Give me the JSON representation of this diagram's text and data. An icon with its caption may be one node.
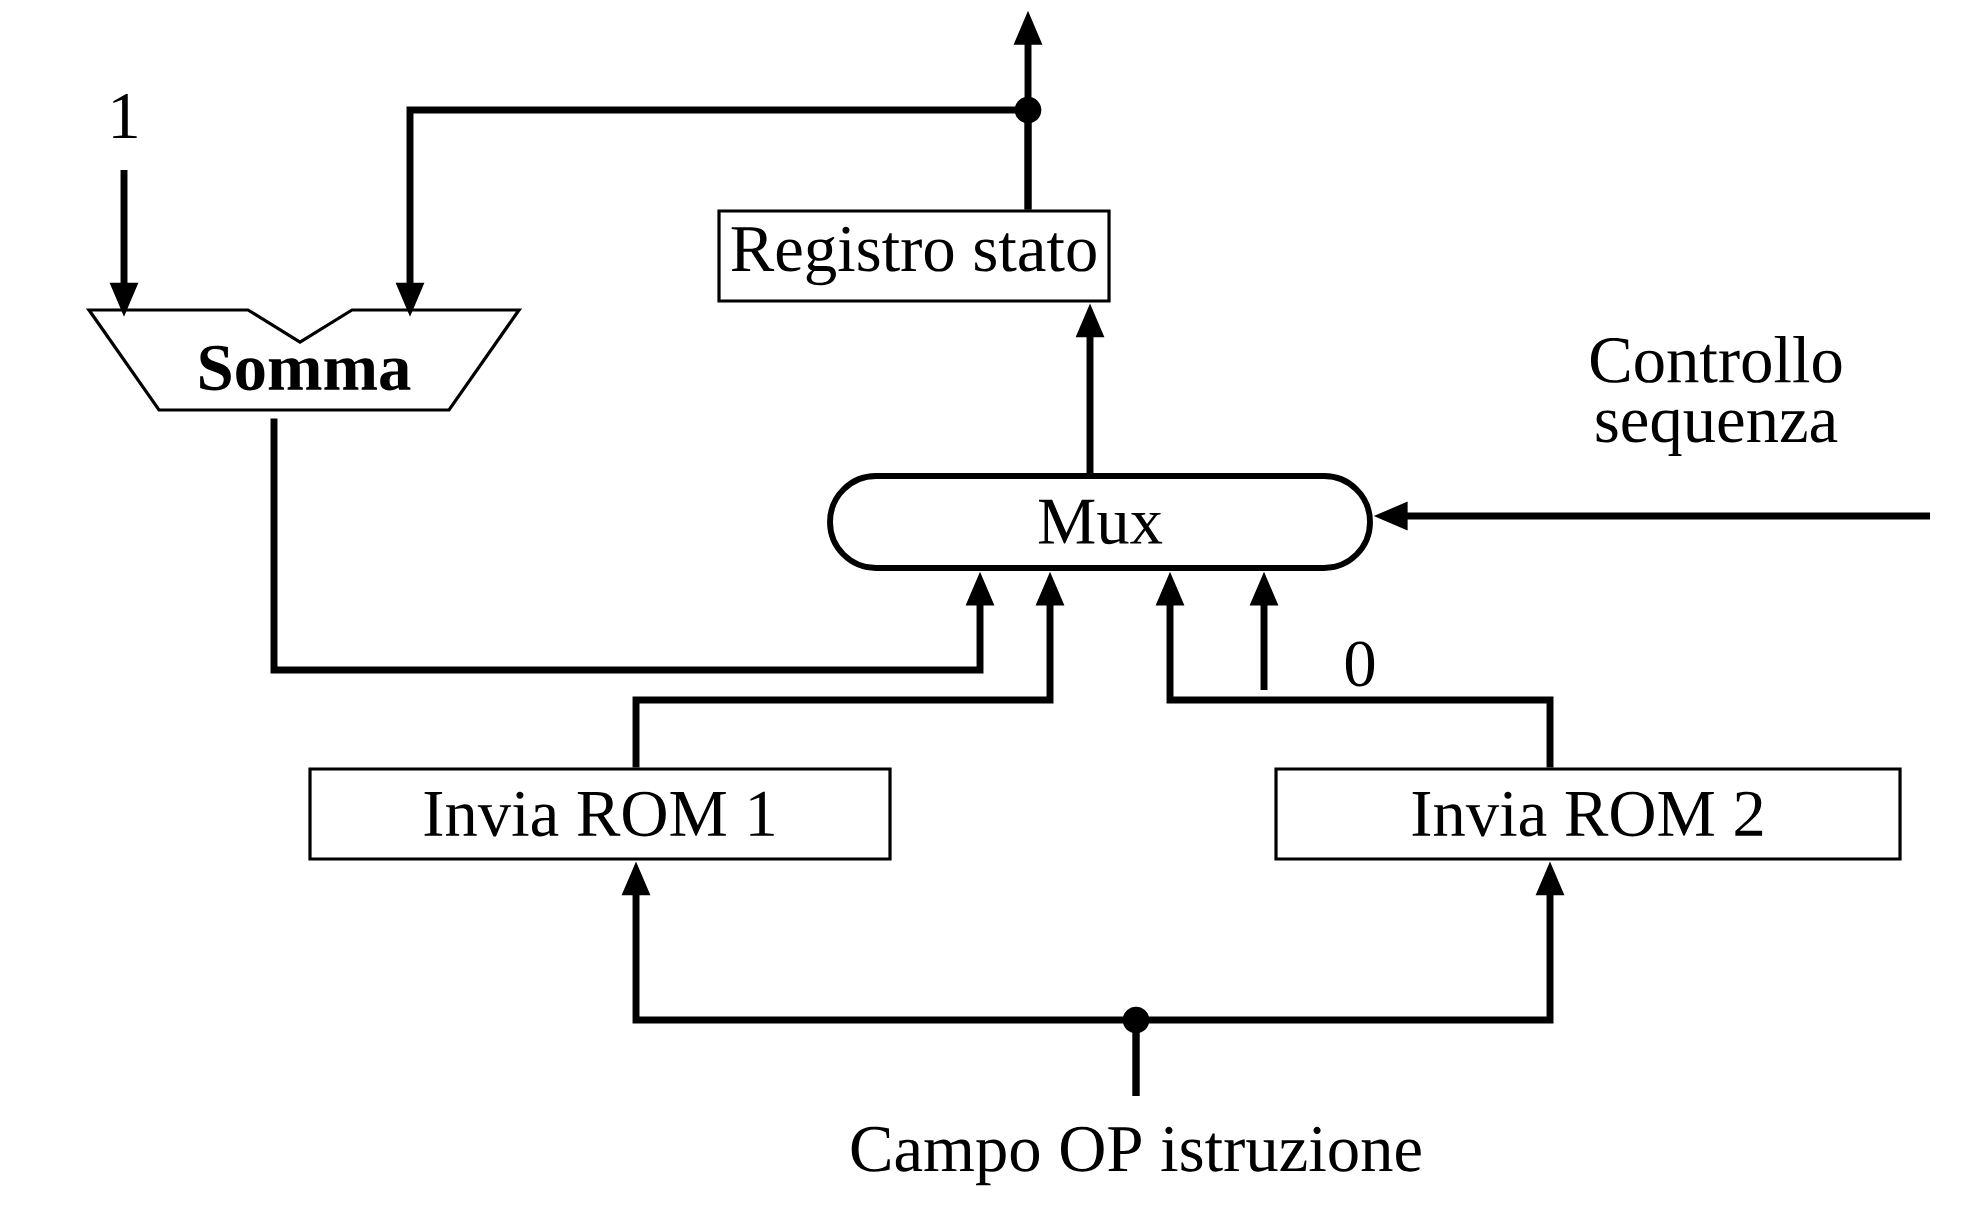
{
  "diagram": {
    "nodes": [
      {
        "text": [
          "Registro stato"
        ]
      },
      {
        "text": [
          "Somma"
        ]
      },
      {
        "text": [
          "Mux"
        ]
      },
      {
        "text": [
          "Invia ROM 1"
        ]
      },
      {
        "text": [
          "Invia ROM 2"
        ]
      }
    ],
    "edges": [
      {
        "from": null,
        "to": 1,
        "arrow": "to"
      },
      {
        "from": 0,
        "to": null,
        "arrow": "to"
      },
      {
        "from": 0,
        "to": 1,
        "arrow": "to"
      },
      {
        "from": 2,
        "to": 0,
        "arrow": "to"
      },
      {
        "from": 1,
        "to": 2,
        "arrow": "to"
      },
      {
        "from": 3,
        "to": 2,
        "arrow": "to"
      },
      {
        "from": 4,
        "to": 2,
        "arrow": "to"
      },
      {
        "from": null,
        "to": 2,
        "arrow": "to"
      },
      {
        "from": null,
        "to": 2,
        "arrow": "to"
      },
      {
        "from": null,
        "to": 3,
        "arrow": "to"
      },
      {
        "from": null,
        "to": 4,
        "arrow": "to"
      }
    ],
    "labels": [
      "1",
      "Controllo sequenza",
      "0",
      "Campo OP istruzione"
    ]
  }
}
